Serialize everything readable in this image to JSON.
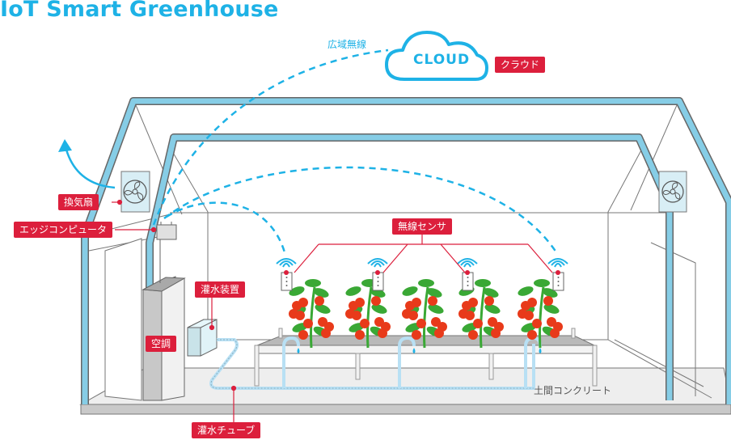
{
  "title": "IoT Smart Greenhouse",
  "colors": {
    "accent": "#1eb2e6",
    "label_bg": "#dc1f3c",
    "frame_blue": "#86cde6",
    "tomato": "#e83a1a",
    "leaf": "#3aa835",
    "floor": "#ececec",
    "bench": "#bcbcbc"
  },
  "cloud": {
    "text": "CLOUD",
    "label": "クラウド",
    "link_label": "広域無線",
    "icon": "cloud-icon"
  },
  "labels": {
    "ventilation_fan": "換気扇",
    "edge_computer": "エッジコンピュータ",
    "wireless_sensor": "無線センサ",
    "irrigation_device": "灌水装置",
    "air_conditioner": "空調",
    "irrigation_tube": "灌水チューブ",
    "floor": "土間コンクリート"
  },
  "sensors": [
    {
      "icon": "wifi-icon",
      "name": "sensor-1"
    },
    {
      "icon": "wifi-icon",
      "name": "sensor-2"
    },
    {
      "icon": "wifi-icon",
      "name": "sensor-3"
    },
    {
      "icon": "wifi-icon",
      "name": "sensor-4"
    }
  ],
  "plants": [
    {
      "type": "tomato"
    },
    {
      "type": "tomato"
    },
    {
      "type": "tomato"
    },
    {
      "type": "tomato"
    },
    {
      "type": "tomato"
    }
  ],
  "icons": {
    "fan_left": "fan-icon",
    "fan_right": "fan-icon",
    "airflow": "arrow-up-icon",
    "drip": "water-drop-icon"
  }
}
